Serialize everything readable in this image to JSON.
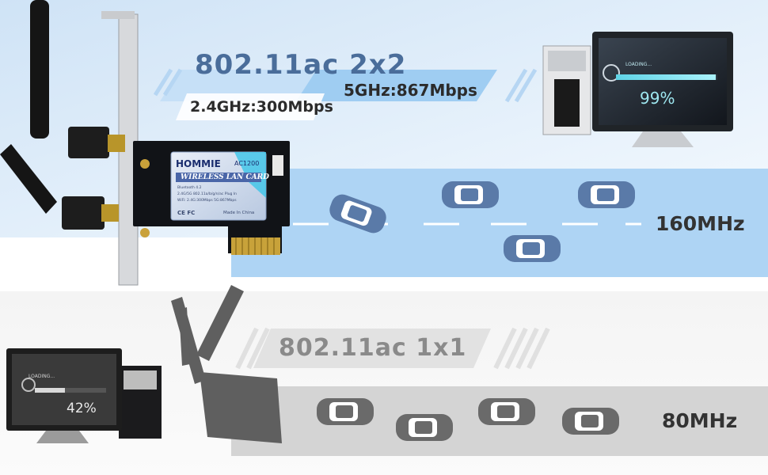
{
  "top_section": {
    "standard": "802.11ac 2x2",
    "band_24": "2.4GHz:300Mbps",
    "band_5": "5GHz:867Mbps",
    "channel_width": "160MHz",
    "monitor": {
      "loading_label": "LOADING...",
      "progress_percent": "99%",
      "progress_value": 0.99
    },
    "colors": {
      "lane": "#aed4f4",
      "title": "#4a6d9a",
      "car": "#5a7aa8"
    }
  },
  "bottom_section": {
    "standard": "802.11ac 1x1",
    "channel_width": "80MHz",
    "monitor": {
      "loading_label": "LOADING...",
      "progress_percent": "42%",
      "progress_value": 0.42
    },
    "colors": {
      "lane": "#d4d4d4",
      "title": "#8a8a8a",
      "car": "#6a6a6a"
    }
  },
  "product_card": {
    "brand": "HOMMIE",
    "model": "AC1200",
    "title": "WIRELESS LAN CARD",
    "line1": "Bluetooth 4.2",
    "line2": "2.4G/5G 802.11a/b/g/n/ac    Plug In",
    "line3": "WiFi:  2.4G:300Mbps  5G:867Mbps",
    "origin": "Made In China",
    "marks": "CE FC"
  },
  "icons": [
    "antenna-icon",
    "desktop-computer-icon",
    "car-icon",
    "pcie-card-icon"
  ]
}
